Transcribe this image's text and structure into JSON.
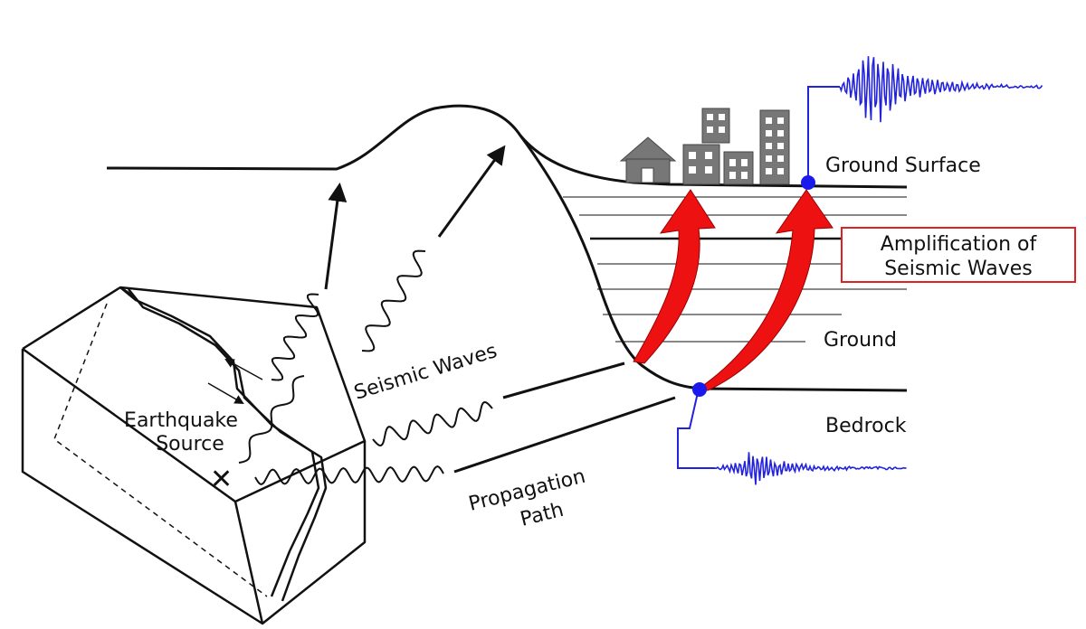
{
  "labels": {
    "ground_surface": "Ground Surface",
    "amplification_line1": "Amplification of",
    "amplification_line2": "Seismic Waves",
    "ground": "Ground",
    "bedrock": "Bedrock",
    "seismic_waves": "Seismic Waves",
    "earthquake_line1": "Earthquake",
    "earthquake_line2": "Source",
    "propagation_line1": "Propagation",
    "propagation_line2": "Path",
    "epicenter_marker": "✕"
  },
  "colors": {
    "line": "#111111",
    "amplification_arrow": "#ee1111",
    "seismograph": "#2222dd",
    "station_dot": "#1a1aee",
    "amplification_box": "#dd2222",
    "building": "#777777"
  }
}
